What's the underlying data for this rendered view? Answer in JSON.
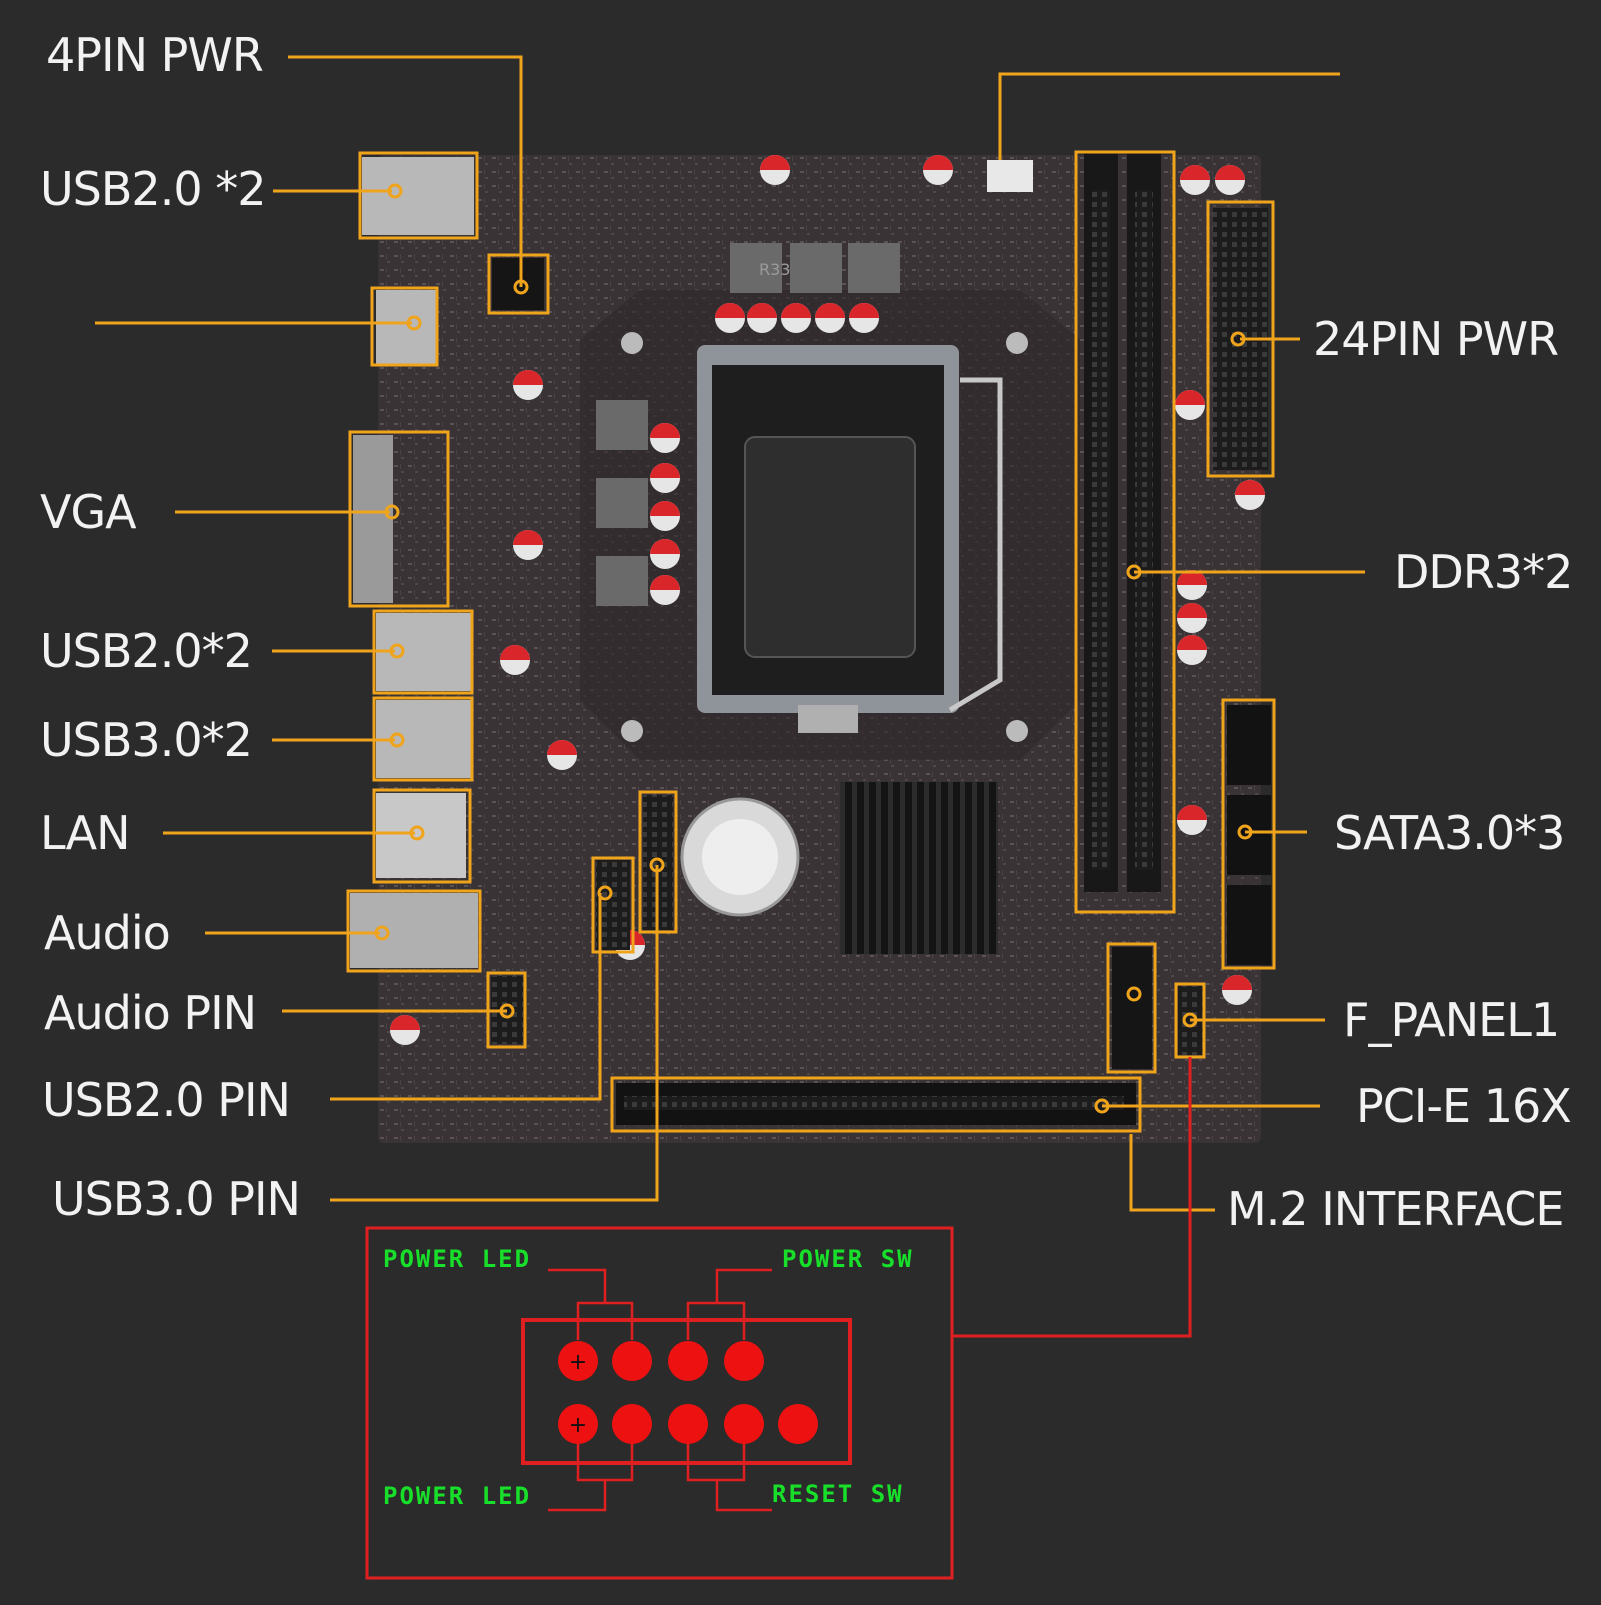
{
  "labels": {
    "pwr4": "4PIN PWR",
    "usb20_top": "USB2.0 *2",
    "vga": "VGA",
    "usb20_mid": "USB2.0*2",
    "usb30": "USB3.0*2",
    "lan": "LAN",
    "audio": "Audio",
    "audio_pin": "Audio PIN",
    "usb20_pin": "USB2.0  PIN",
    "usb30_pin": "USB3.0  PIN",
    "pwr24": "24PIN PWR",
    "ddr3": "DDR3*2",
    "sata": "SATA3.0*3",
    "fpanel": "F_PANEL1",
    "pcie": "PCI-E 16X",
    "m2": "M.2 INTERFACE"
  },
  "board_marks": {
    "vrm_choke": "R33"
  },
  "fpanel_diagram": {
    "power_led_top": "POWER LED",
    "power_sw": "POWER SW",
    "power_led_bottom": "POWER LED",
    "reset_sw": "RESET SW",
    "plus_sign": "+"
  },
  "colors": {
    "background": "#2b2b2b",
    "label_text": "#f2f2f2",
    "callout_orange": "#f0a41c",
    "pin_red": "#ee1111",
    "pin_label_green": "#18e02a",
    "board": "#3b3436"
  }
}
